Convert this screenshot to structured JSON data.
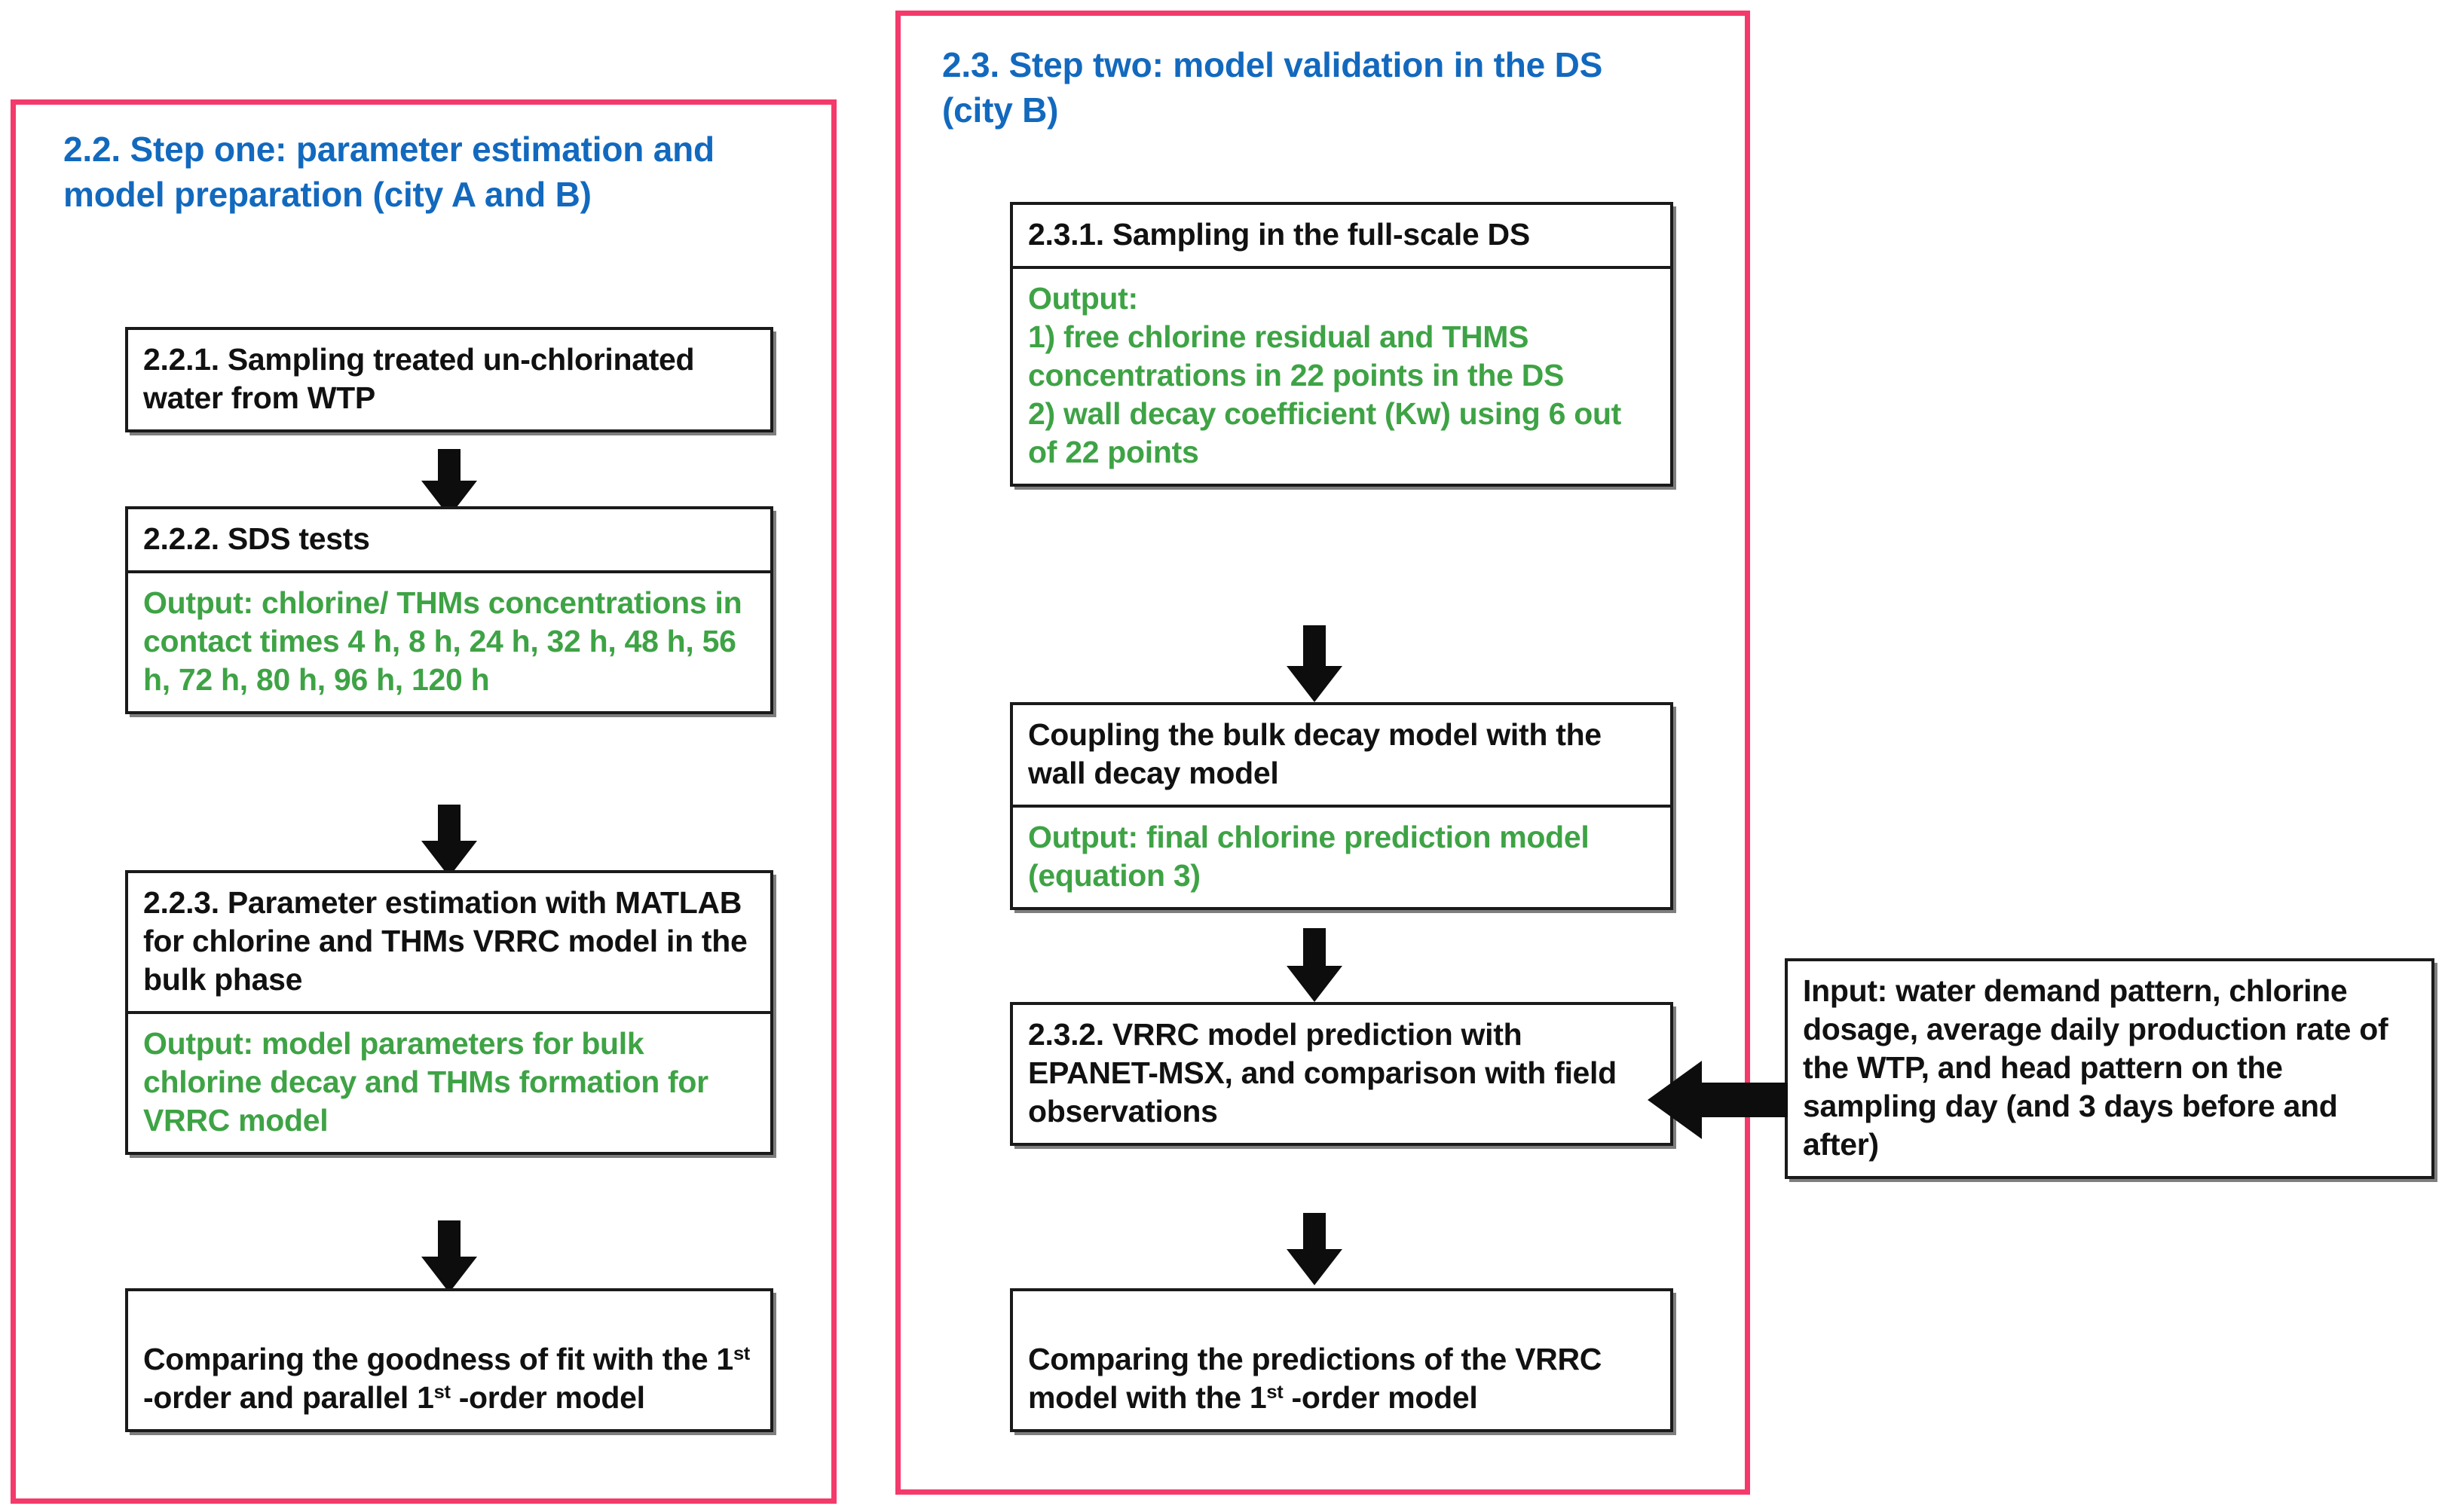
{
  "colors": {
    "frame_pink": "#F43A6B",
    "heading_blue": "#1269BE",
    "output_green": "#3EA345",
    "box_border_black": "#1a1a1a",
    "arrow_black": "#0d0d0d",
    "background": "#ffffff"
  },
  "diagram": {
    "type": "flowchart",
    "columns": 2
  },
  "left_section": {
    "heading": "2.2. Step one: parameter estimation and model preparation (city A and B)",
    "nodes": {
      "n221": {
        "title": "2.2.1. Sampling treated un-chlorinated water from WTP"
      },
      "n222": {
        "title": "2.2.2. SDS tests",
        "output": "Output: chlorine/ THMs concentrations in contact times 4 h, 8 h, 24 h, 32 h, 48 h, 56 h, 72 h, 80 h, 96 h, 120 h"
      },
      "n223": {
        "title": "2.2.3. Parameter estimation with MATLAB for chlorine and THMs VRRC model in the bulk phase",
        "output": "Output: model parameters for bulk chlorine decay and THMs formation for VRRC model"
      },
      "n224": {
        "title_pre": "Comparing the goodness of fit with the 1",
        "title_sup1": "st",
        "title_mid": " -order  and parallel 1",
        "title_sup2": "st",
        "title_post": " -order  model"
      }
    }
  },
  "right_section": {
    "heading": "2.3. Step two: model validation in the DS (city B)",
    "nodes": {
      "n231": {
        "title": "2.3.1. Sampling in the full-scale DS",
        "output": "Output:\n1) free chlorine residual and THMS concentrations in 22 points in the DS\n2) wall decay coefficient (Kw) using 6 out of 22 points"
      },
      "n232": {
        "title": "Coupling the bulk decay model with the wall decay model",
        "output": "Output: final chlorine prediction model (equation 3)"
      },
      "n233": {
        "title": "2.3.2. VRRC model prediction with EPANET-MSX, and comparison with field observations"
      },
      "n234": {
        "title_pre": "Comparing the predictions of the VRRC model with the 1",
        "title_sup1": "st",
        "title_post": " -order model"
      },
      "input_box": {
        "text": "Input: water demand pattern, chlorine dosage, average daily production rate of the WTP, and head pattern on the sampling day (and 3 days before and after)"
      }
    }
  }
}
